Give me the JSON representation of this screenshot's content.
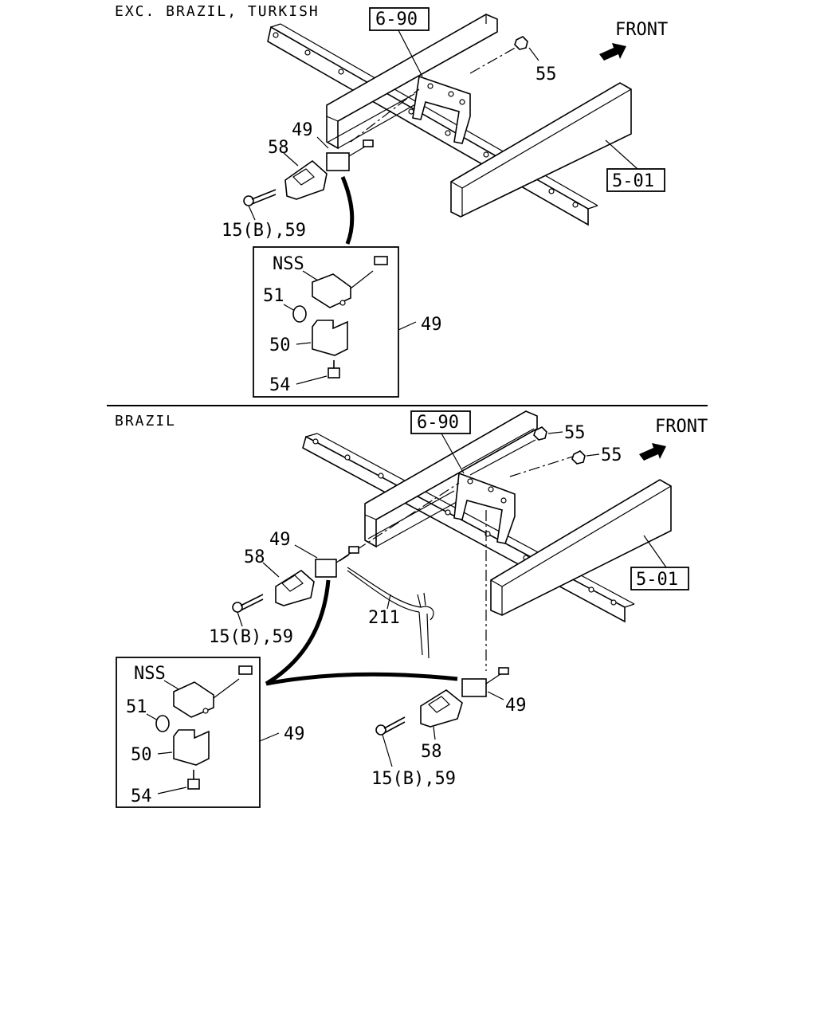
{
  "sections": [
    {
      "header": "EXC. BRAZIL, TURKISH",
      "ref_frame": "5-01",
      "ref_bracket": "6-90",
      "front": "FRONT",
      "callouts": {
        "nut": "55",
        "sensor": "49",
        "cover": "58",
        "bolt": "15(B),59"
      },
      "inset": {
        "nss": "NSS",
        "cap": "51",
        "clip": "50",
        "screw": "54",
        "assembly": "49"
      }
    },
    {
      "header": "BRAZIL",
      "ref_frame": "5-01",
      "ref_bracket": "6-90",
      "front": "FRONT",
      "callouts": {
        "nut_a": "55",
        "nut_b": "55",
        "sensor": "49",
        "cover": "58",
        "bolt": "15(B),59",
        "harness": "211",
        "sensor_right": "49",
        "cover_right": "58",
        "bolt_right": "15(B),59"
      },
      "inset": {
        "nss": "NSS",
        "cap": "51",
        "clip": "50",
        "screw": "54",
        "assembly": "49"
      }
    }
  ]
}
